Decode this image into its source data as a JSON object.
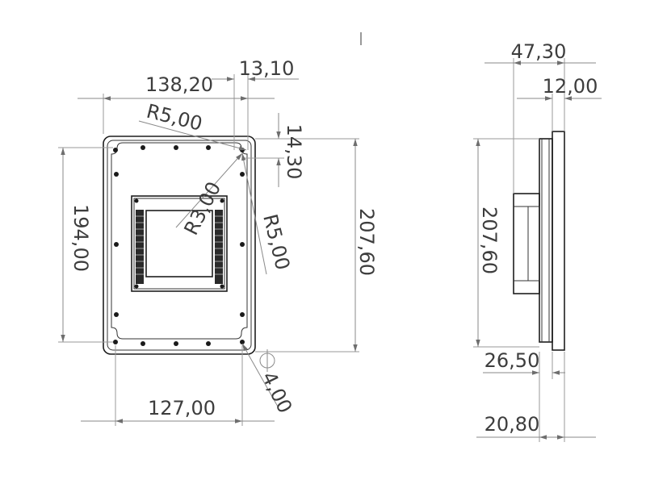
{
  "front_view": {
    "dim_width_overall": "138,20",
    "dim_offset_top": "13,10",
    "dim_corner_radius_top": "R5,00",
    "dim_offset_right": "14,30",
    "dim_inner_radius": "R3,00",
    "dim_corner_radius_right": "R5,00",
    "dim_height_inner": "194,00",
    "dim_height_overall": "207,60",
    "dim_hole_spacing": "127,00",
    "dim_hole_diameter": "4,00"
  },
  "side_view": {
    "dim_depth_overall": "47,30",
    "dim_depth_plate": "12,00",
    "dim_height_overall": "207,60",
    "dim_offset_a": "26,50",
    "dim_offset_b": "20,80"
  }
}
